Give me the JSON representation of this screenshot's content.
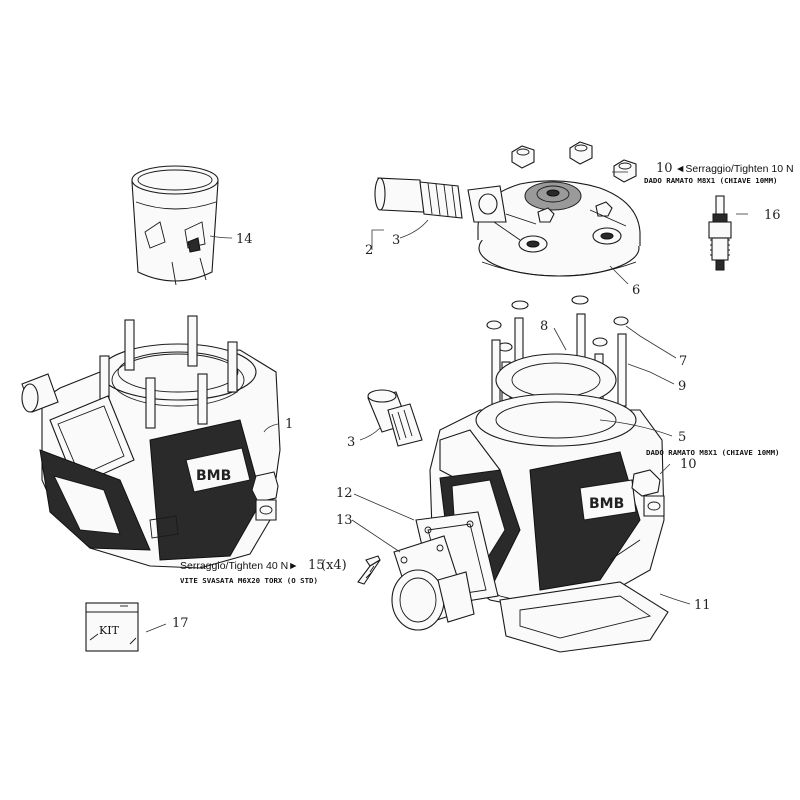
{
  "callouts": {
    "c1": "1",
    "c2": "2",
    "c3a": "3",
    "c3b": "3",
    "c5": "5",
    "c6": "6",
    "c7": "7",
    "c8": "8",
    "c9": "9",
    "c10a": "10",
    "c10b": "10",
    "c11": "11",
    "c12": "12",
    "c13": "13",
    "c14": "14",
    "c15": "15",
    "c15qty": "(x4)",
    "c16": "16",
    "c17": "17"
  },
  "notes": {
    "tighten10": "◄Serraggio/Tighten 10 N",
    "nut_top": "DADO RAMATO M8X1 (CHIAVE 10MM)",
    "nut_right": "DADO RAMATO M8X1 (CHIAVE 10MM)",
    "tighten40": "Serraggio/Tighten 40 N►",
    "screw": "VITE SVASATA M6X20 TORX (O STD)",
    "kit_label": "KIT",
    "brand": "BMB"
  }
}
